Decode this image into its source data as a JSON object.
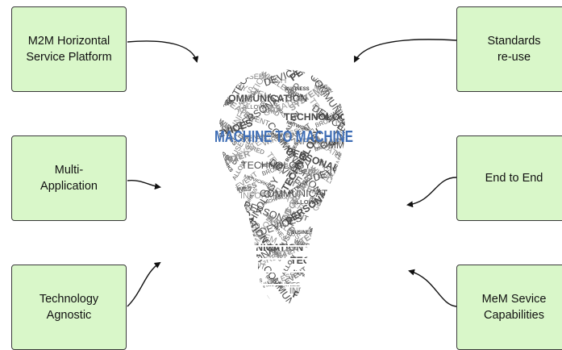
{
  "boxes": {
    "top_left": "M2M Horizontal\nService Platform",
    "mid_left": "Multi-\nApplication",
    "bottom_left": "Technology\nAgnostic",
    "top_right": "Standards\nre-use",
    "mid_right": "End to End",
    "bottom_right": "MeM Sevice\nCapabilities"
  },
  "bulb": {
    "title": "MACHINE TO MACHINE",
    "title_color": "#3f6eb5",
    "words": [
      "NETWORKS",
      "WIRED",
      "WIRELESS",
      "INFORMATION",
      "COMMUNICATION",
      "NETWORK",
      "BROAD",
      "USED",
      "TECH",
      "PERSONAL",
      "MACHINE",
      "ALLOW",
      "DATA",
      "SYSTEM",
      "DEVICES",
      "BUSINESS",
      "MACHINES",
      "EVENT",
      "GREATER",
      "TECHNOLOGY"
    ]
  },
  "colors": {
    "box_fill": "#d9f7c9",
    "box_border": "#3a3a3a",
    "word_gray": "#6b6b6b"
  }
}
